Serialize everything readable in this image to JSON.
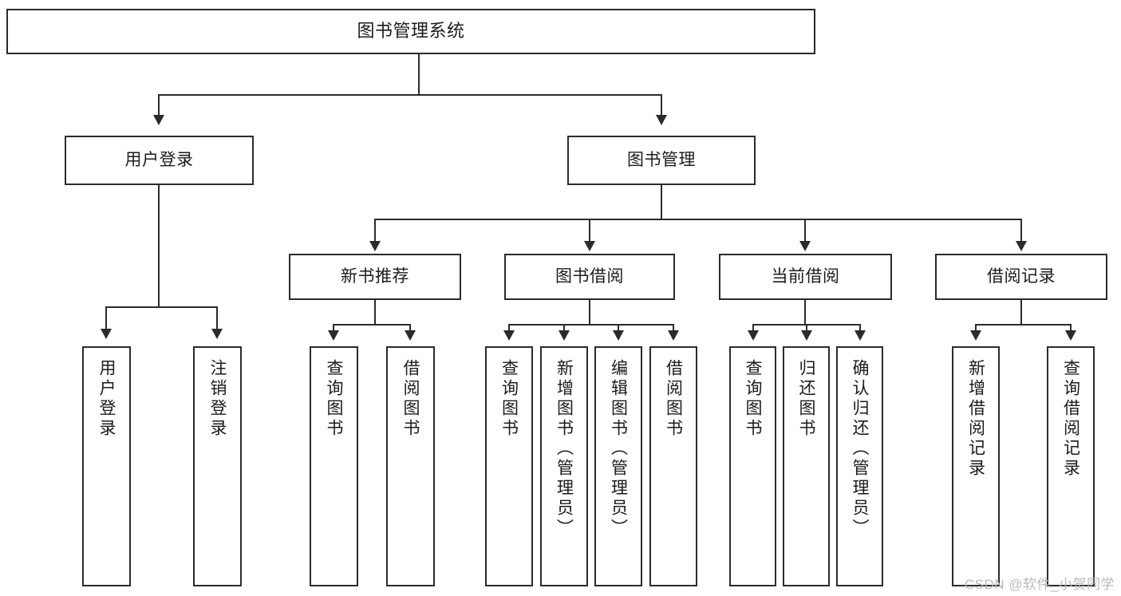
{
  "diagram": {
    "title": "图书管理系统",
    "type": "tree",
    "watermark": "CSDN @软件_小贺同学",
    "colors": {
      "stroke": "#2b2b2b",
      "fill": "#ffffff",
      "text": "#1b1b1b",
      "watermark": "#b9b9b9"
    },
    "nodes": {
      "root": {
        "label": "图书管理系统"
      },
      "level2": [
        {
          "id": "user-login",
          "label": "用户登录"
        },
        {
          "id": "book-manage",
          "label": "图书管理"
        }
      ],
      "level3": [
        {
          "id": "new-book-rec",
          "label": "新书推荐"
        },
        {
          "id": "book-borrow",
          "label": "图书借阅"
        },
        {
          "id": "current-borrow",
          "label": "当前借阅"
        },
        {
          "id": "borrow-record",
          "label": "借阅记录"
        }
      ],
      "leaves": {
        "user-login": [
          {
            "id": "leaf-user-login",
            "label": "用户登录"
          },
          {
            "id": "leaf-logout",
            "label": "注销登录"
          }
        ],
        "new-book-rec": [
          {
            "id": "leaf-query-book-1",
            "label": "查询图书"
          },
          {
            "id": "leaf-borrow-book-1",
            "label": "借阅图书"
          }
        ],
        "book-borrow": [
          {
            "id": "leaf-query-book-2",
            "label": "查询图书"
          },
          {
            "id": "leaf-add-book",
            "label": "新增图书（管理员）"
          },
          {
            "id": "leaf-edit-book",
            "label": "编辑图书（管理员）"
          },
          {
            "id": "leaf-borrow-book-2",
            "label": "借阅图书"
          }
        ],
        "current-borrow": [
          {
            "id": "leaf-query-book-3",
            "label": "查询图书"
          },
          {
            "id": "leaf-return-book",
            "label": "归还图书"
          },
          {
            "id": "leaf-confirm-return",
            "label": "确认归还（管理员）"
          }
        ],
        "borrow-record": [
          {
            "id": "leaf-add-record",
            "label": "新增借阅记录"
          },
          {
            "id": "leaf-query-record",
            "label": "查询借阅记录"
          }
        ]
      }
    }
  }
}
